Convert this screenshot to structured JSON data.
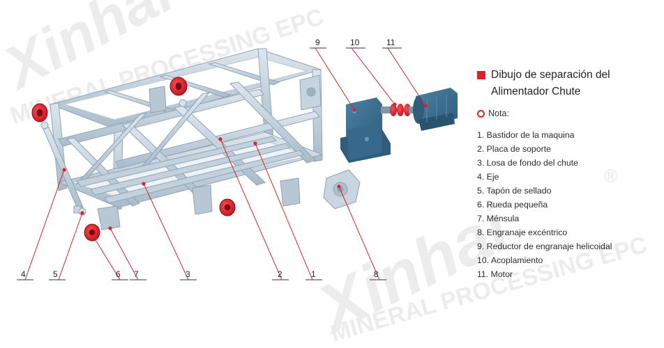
{
  "colors": {
    "accent": "#d8232a",
    "frame_light": "#cfdbe5",
    "frame_mid": "#aebfcd",
    "frame_dark": "#8fa3b4",
    "gearbox": "#3d6f8e",
    "motor": "#3e6d8c",
    "watermark": "#ececec"
  },
  "watermarks": [
    "Xinhai",
    "MINERAL PROCESSING EPC",
    "Xinhai",
    "MINERAL PROCESSING EPC",
    "®"
  ],
  "legend": {
    "title_line1": "Dibujo de separación del",
    "title_line2": "Alimentador Chute",
    "note": "Nota:",
    "items": [
      "1. Bastidor de la maquina",
      "2. Placa de soporte",
      "3. Losa de fondo del chute",
      "4. Eje",
      "5. Tapón de sellado",
      "6. Rueda pequeña",
      "7. Ménsula",
      "8. Engranaje excéntrico",
      "9. Reductor de engranaje helicoidal",
      "10. Acoplamiento",
      "11. Motor"
    ]
  },
  "callouts": [
    "1",
    "2",
    "3",
    "4",
    "5",
    "6",
    "7",
    "8",
    "9",
    "10",
    "11"
  ]
}
